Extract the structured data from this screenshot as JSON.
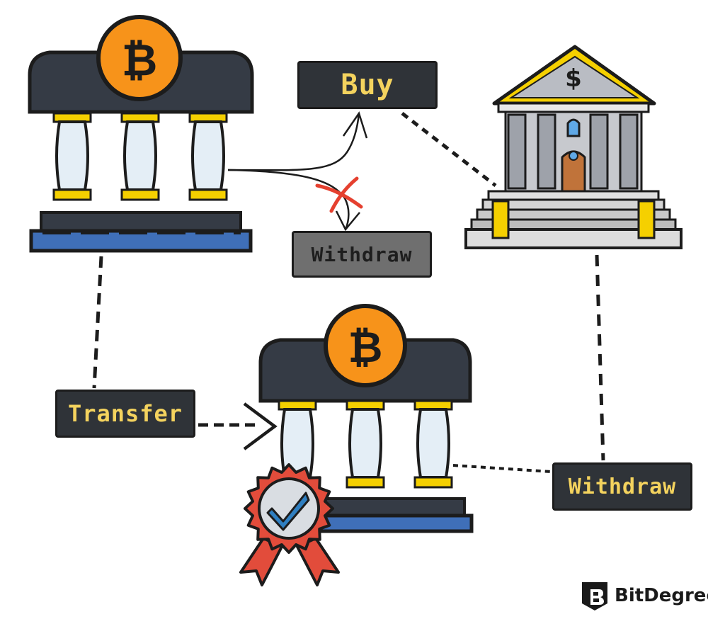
{
  "labels": {
    "buy": "Buy",
    "withdraw_top": "Withdraw",
    "transfer": "Transfer",
    "withdraw_right": "Withdraw"
  },
  "brand": {
    "name": "BitDegree"
  },
  "icons": {
    "crypto_exchange_top": "bitcoin-bank-icon",
    "traditional_bank": "bank-building-icon",
    "crypto_exchange_bottom": "bitcoin-bank-icon",
    "verified_badge": "verified-badge-icon",
    "blocked_mark": "red-x-icon",
    "brand_logo": "bitdegree-logo-icon"
  },
  "colors": {
    "bitcoin_orange": "#f7931a",
    "roof_dark": "#353b45",
    "pillar_caps": "#f5d000",
    "pillar_body": "#e4eef6",
    "base_blue": "#3f6fb8",
    "badge_red": "#e24c3b",
    "check_blue": "#2f7fc1",
    "blocked_red": "#e5402f",
    "label_dark_bg": "#2f3338",
    "label_dark_text": "#f4d35e",
    "label_grey_bg": "#6f6f6f"
  }
}
